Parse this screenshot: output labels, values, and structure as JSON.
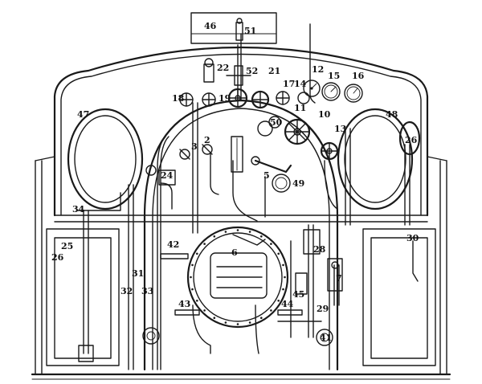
{
  "labels": [
    {
      "id": "46",
      "text": "46"
    },
    {
      "id": "51",
      "text": "51"
    },
    {
      "id": "22",
      "text": "22"
    },
    {
      "id": "52",
      "text": "52"
    },
    {
      "id": "21",
      "text": "21"
    },
    {
      "id": "12",
      "text": "12"
    },
    {
      "id": "15",
      "text": "15"
    },
    {
      "id": "16",
      "text": "16"
    },
    {
      "id": "14",
      "text": "14"
    },
    {
      "id": "18",
      "text": "18"
    },
    {
      "id": "19",
      "text": "19"
    },
    {
      "id": "17",
      "text": "17"
    },
    {
      "id": "11",
      "text": "11"
    },
    {
      "id": "10",
      "text": "10"
    },
    {
      "id": "13",
      "text": "13"
    },
    {
      "id": "47",
      "text": "47"
    },
    {
      "id": "48",
      "text": "48"
    },
    {
      "id": "50",
      "text": "50"
    },
    {
      "id": "3",
      "text": "3"
    },
    {
      "id": "2",
      "text": "2"
    },
    {
      "id": "5",
      "text": "5"
    },
    {
      "id": "26",
      "text": "26"
    },
    {
      "id": "24",
      "text": "24"
    },
    {
      "id": "49",
      "text": "49"
    },
    {
      "id": "34",
      "text": "34"
    },
    {
      "id": "42",
      "text": "42"
    },
    {
      "id": "6",
      "text": "6"
    },
    {
      "id": "28",
      "text": "28"
    },
    {
      "id": "30",
      "text": "30"
    },
    {
      "id": "25",
      "text": "25"
    },
    {
      "id": "31",
      "text": "31"
    },
    {
      "id": "32",
      "text": "32"
    },
    {
      "id": "33",
      "text": "33"
    },
    {
      "id": "7",
      "text": "7"
    },
    {
      "id": "45",
      "text": "45"
    },
    {
      "id": "43",
      "text": "43"
    },
    {
      "id": "44",
      "text": "44"
    },
    {
      "id": "29",
      "text": "29"
    },
    {
      "id": "41",
      "text": "41"
    }
  ]
}
